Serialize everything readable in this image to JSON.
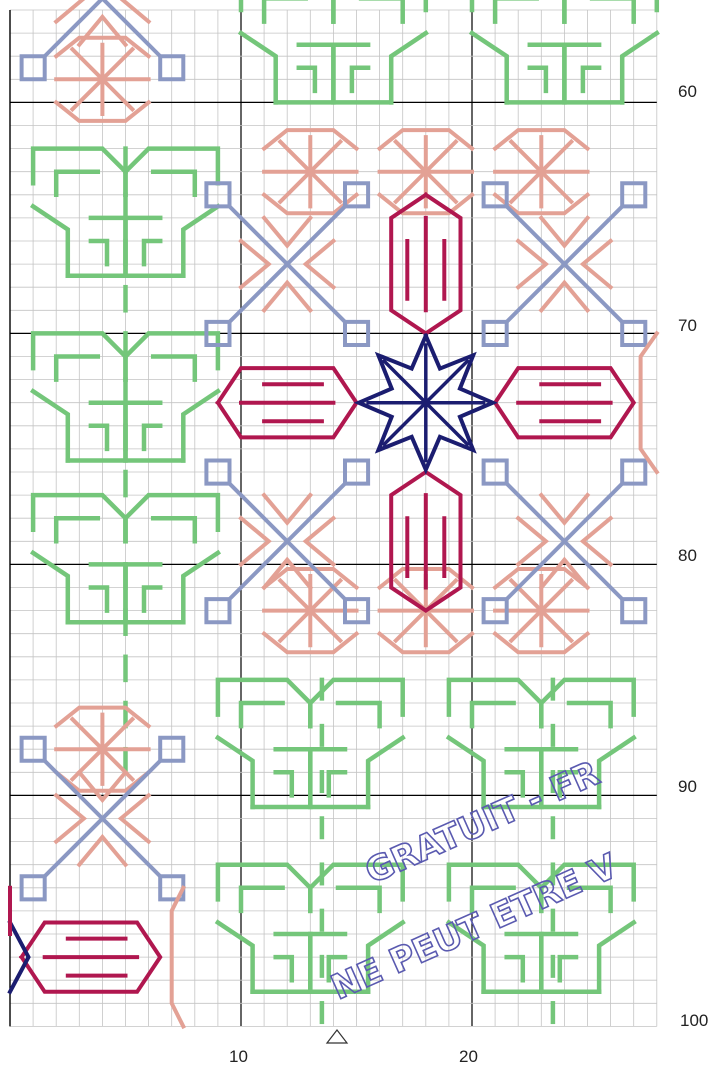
{
  "pattern": {
    "type": "blackwork embroidery chart",
    "grid_columns": 28,
    "grid_rows_visible": "56–100",
    "colors": {
      "green": "#74c67a",
      "pink": "#e3a195",
      "blue": "#8b98c3",
      "crimson": "#b0174f",
      "navy": "#1b1d70",
      "grid_minor": "#c4c4c4",
      "grid_major": "#000000"
    }
  },
  "axes": {
    "right_labels": [
      "60",
      "70",
      "80",
      "90",
      "100"
    ],
    "bottom_labels": [
      "10",
      "20"
    ],
    "center_marker": "triangle-up"
  },
  "watermark": {
    "line1": "GRATUIT - FR",
    "line2": "NE PEUT ETRE V"
  }
}
